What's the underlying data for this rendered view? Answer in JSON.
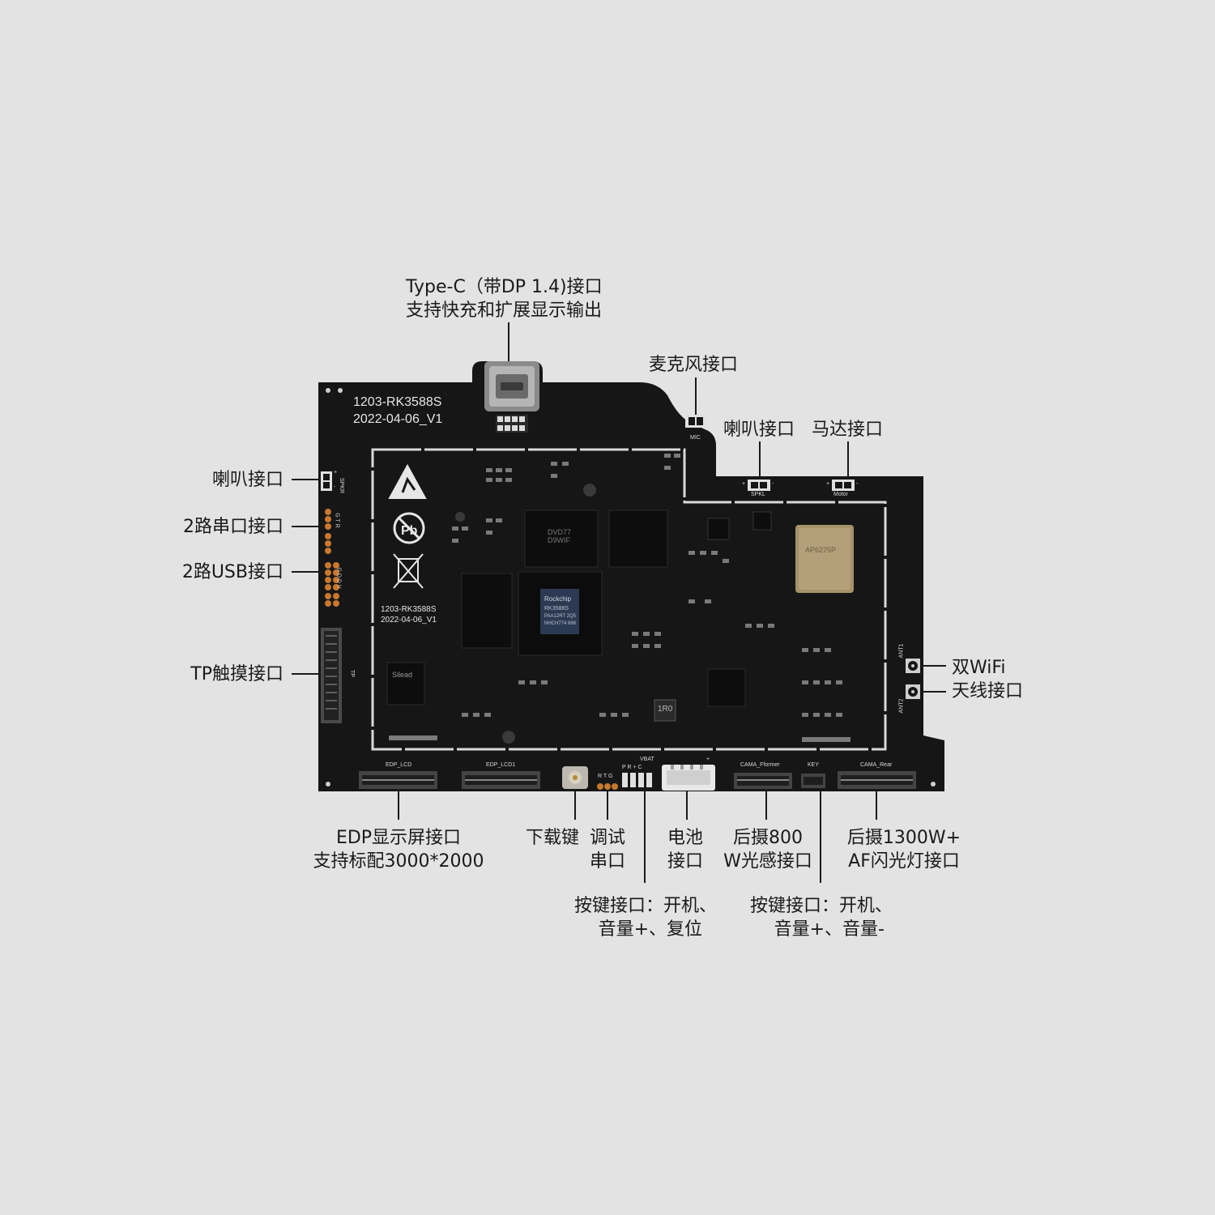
{
  "board": {
    "model_line1": "1203-RK3588S",
    "model_line2": "2022-04-06_V1",
    "inner_model_line1": "1203-RK3588S",
    "inner_model_line2": "2022-04-06_V1",
    "chip_brand": "Rockchip",
    "chip_text_1": "RK3588S",
    "chip_text_2": "PAA12RT 2Q5",
    "chip_text_3": "NHCH774 898",
    "wifi_module_text": "AP6275P",
    "ram_text": "DVD77 D9WIF",
    "touch_chip_text": "Silead",
    "inductor_text": "1R0",
    "silkscreen": {
      "mic": "MIC",
      "spkl": "SPKL",
      "motor": "Motor",
      "spkr": "SPKR",
      "tp": "TP",
      "ant1": "ANT1",
      "ant2": "ANT2",
      "edp_lcd": "EDP_LCD",
      "edp_lcd1": "EDP_LCD1",
      "vbat": "VBAT",
      "prc": "P  R  +  C",
      "rtg": "R T G",
      "cama_fformer": "CAMA_Fformer",
      "key": "KEY",
      "cama_rear": "CAMA_Rear",
      "uart_pins": "G T R",
      "usb_pins": "G D D V",
      "plus": "+",
      "minus": "-"
    }
  },
  "callouts": {
    "typec_line1": "Type-C（带DP 1.4)接口",
    "typec_line2": "支持快充和扩展显示输出",
    "mic": "麦克风接口",
    "speaker_top": "喇叭接口",
    "motor": "马达接口",
    "speaker_left": "喇叭接口",
    "uart": "2路串口接口",
    "usb": "2路USB接口",
    "tp": "TP触摸接口",
    "wifi_line1": "双WiFi",
    "wifi_line2": "天线接口",
    "edp_line1": "EDP显示屏接口",
    "edp_line2": "支持标配3000*2000",
    "download": "下载键",
    "debug_line1": "调试",
    "debug_line2": "串口",
    "battery_line1": "电池",
    "battery_line2": "接口",
    "rear800_line1": "后摄800",
    "rear800_line2": "W光感接口",
    "rear1300_line1": "后摄1300W+",
    "rear1300_line2": "AF闪光灯接口",
    "keys1_line1": "按键接口：开机、",
    "keys1_line2": "音量+、复位",
    "keys2_line1": "按键接口：开机、",
    "keys2_line2": "音量+、音量-"
  },
  "colors": {
    "background": "#e3e3e3",
    "pcb": "#161616",
    "silkscreen": "#e6e6e6",
    "gold_pad": "#c8782e",
    "chip": "#0d0d0d",
    "chip_logo_area": "#2b3a52",
    "wifi_module": "#a6936b",
    "leader_line": "#1a1a1a"
  }
}
